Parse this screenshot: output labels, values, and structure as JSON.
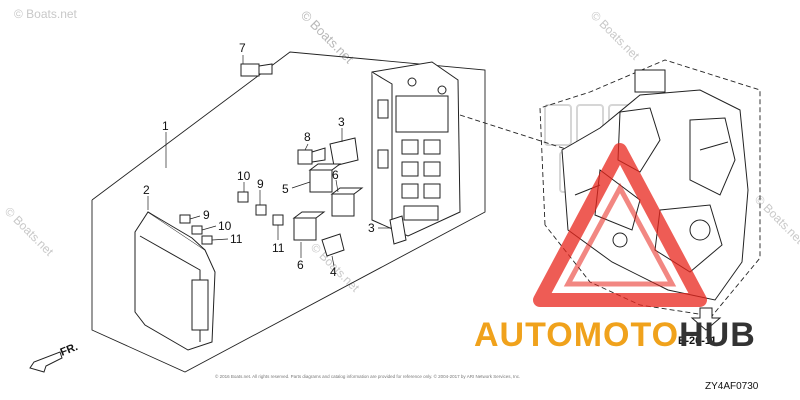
{
  "watermarks": {
    "main": "© Boats.net",
    "corner": "© Boats.net"
  },
  "callouts": {
    "c1": "1",
    "c2": "2",
    "c3a": "3",
    "c3b": "3",
    "c4": "4",
    "c5": "5",
    "c6a": "6",
    "c6b": "6",
    "c7": "7",
    "c8": "8",
    "c9a": "9",
    "c9b": "9",
    "c10a": "10",
    "c10b": "10",
    "c11a": "11",
    "c11b": "11"
  },
  "front_marker": "FR.",
  "reference": "E-20-11",
  "diagram_code": "ZY4AF0730",
  "copyright_line": "© 2016 Boats.net. All rights reserved. Parts diagrams and catalog information are provided for reference only. © 2004-2017 by ARI Network Services, Inc.",
  "brand": {
    "part1": "AUTO",
    "part2": "MOTO",
    "part3": "HUB"
  },
  "colors": {
    "brand_orange": "#f0a21c",
    "brand_dark": "#333333",
    "logo_red": "#e8251c",
    "line": "#222222"
  }
}
